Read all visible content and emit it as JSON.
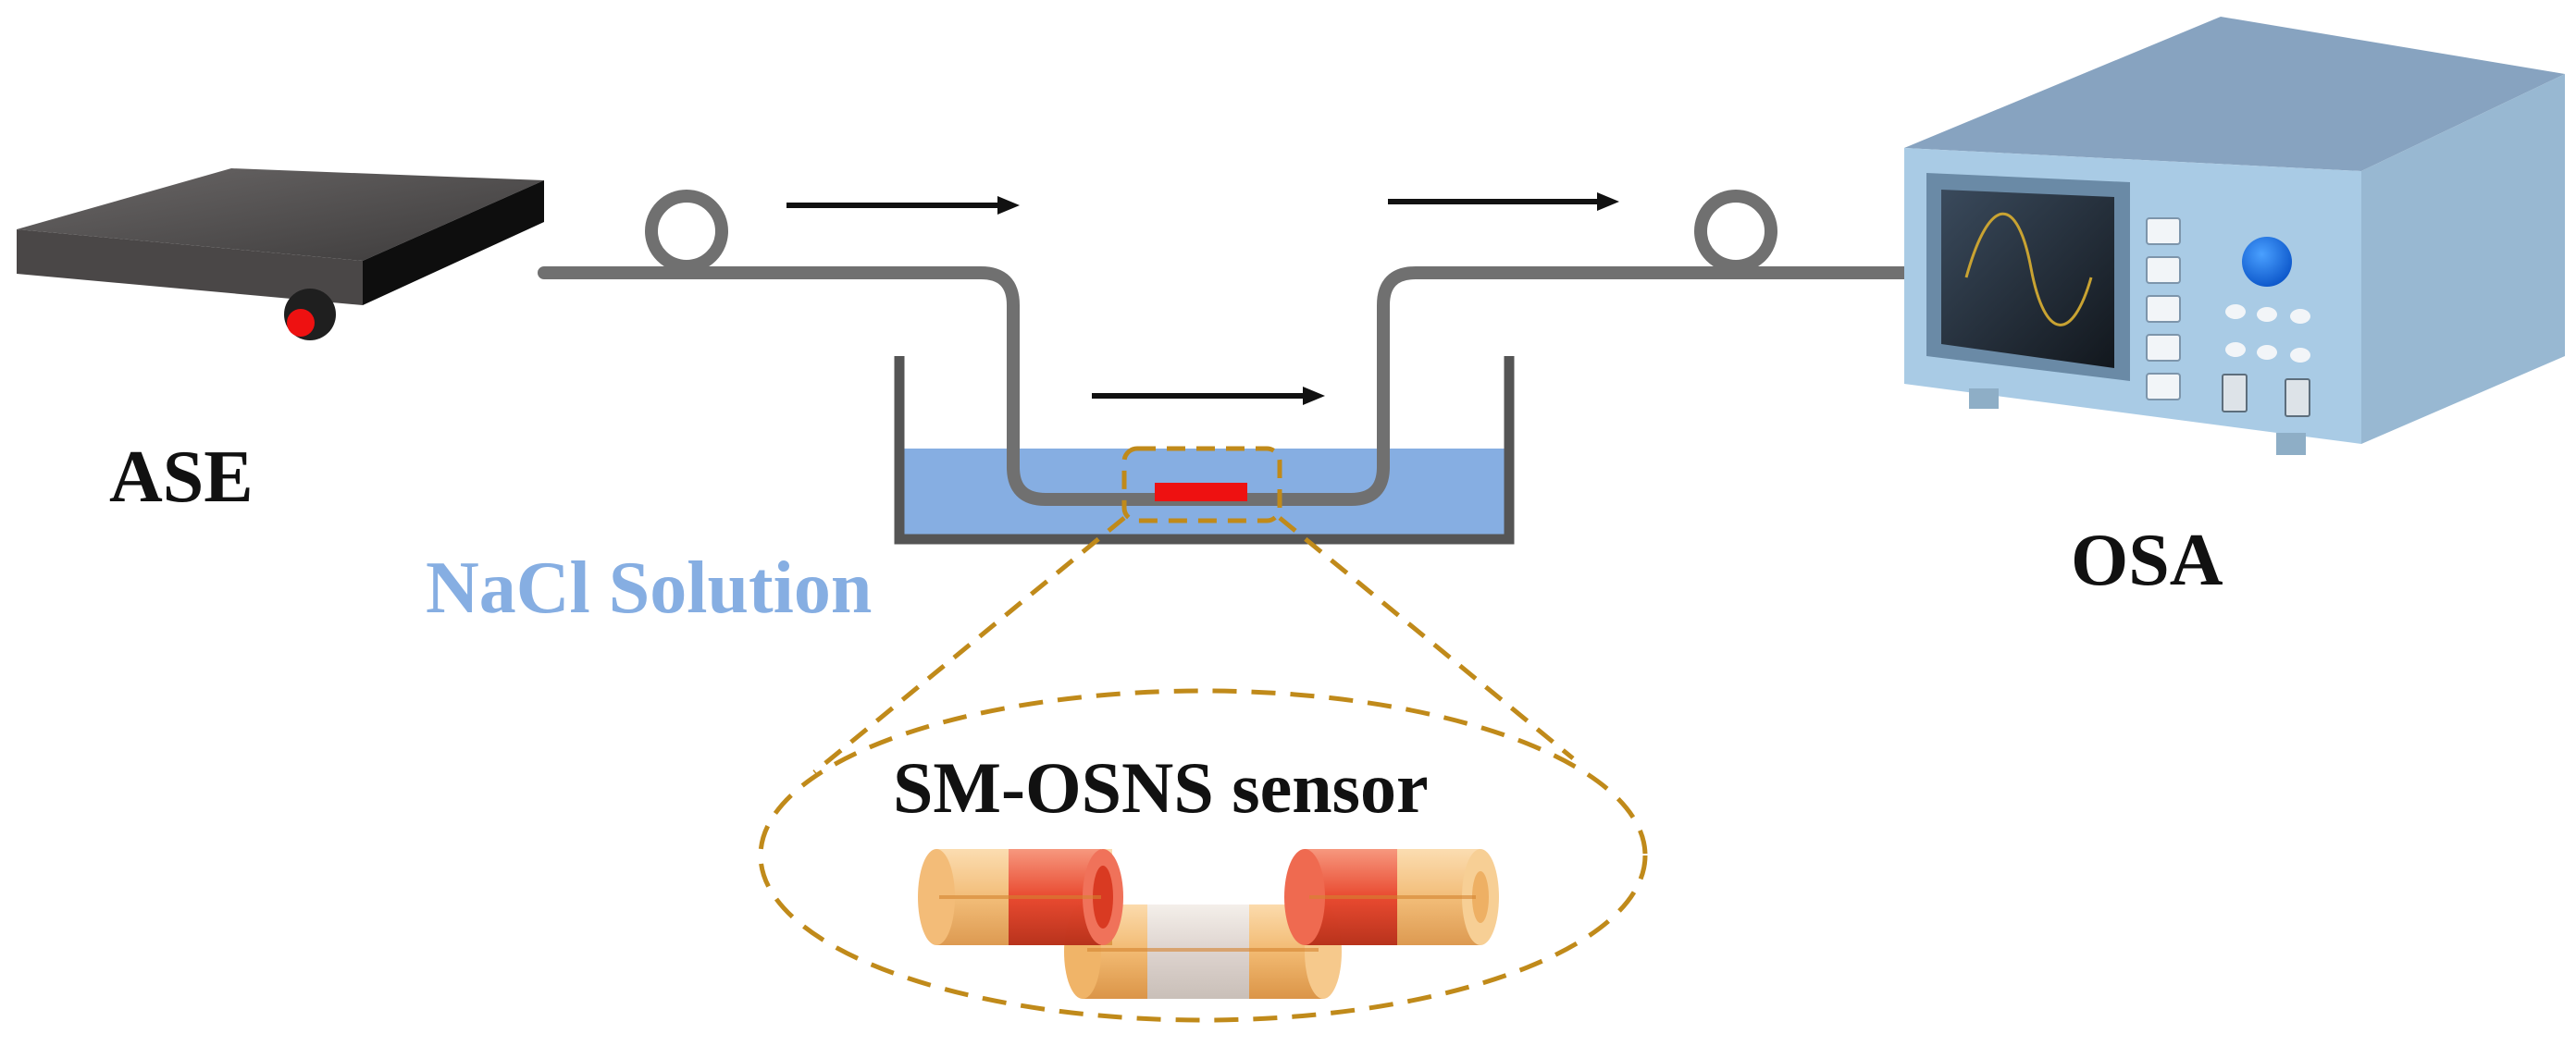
{
  "labels": {
    "source": "ASE",
    "analyzer": "OSA",
    "solution": "NaCl Solution",
    "sensor": "SM-OSNS sensor"
  },
  "colors": {
    "background": "#ffffff",
    "fiber": "#707070",
    "water": "#86aee2",
    "container": "#555555",
    "sensing_region": "#ee1111",
    "zoom_outline": "#c08a1a",
    "solution_label": "#86aee2",
    "osa_body": "#a9cbe5",
    "osa_screen": "#1e2630",
    "osa_trace": "#c9a332",
    "ase_body": "#4a4747",
    "cylinder_orange": "#f5bb75",
    "cylinder_red": "#e8402a",
    "cylinder_clear": "#e9e1dd"
  },
  "icons": [
    "fiber-coil-icon",
    "arrow-right-icon",
    "knob-icon",
    "sine-wave-icon"
  ]
}
